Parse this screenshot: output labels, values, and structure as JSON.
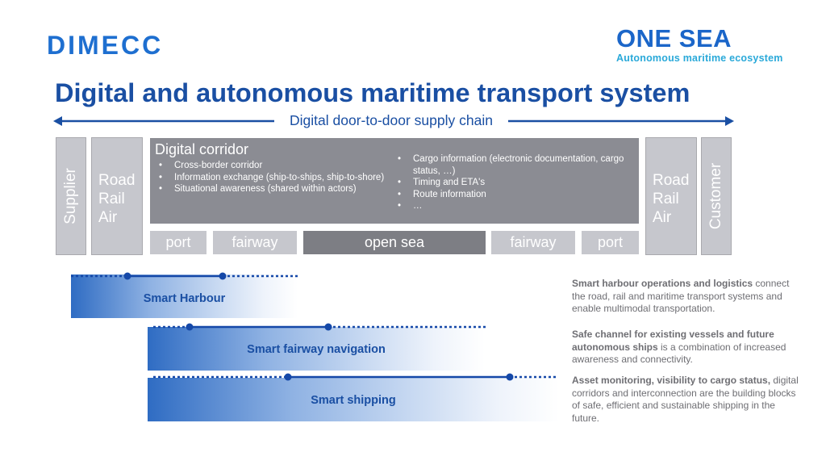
{
  "logos": {
    "dimecc": {
      "text": "DIMECC"
    },
    "onesea": {
      "word": "ONE SEA",
      "subtitle": "Autonomous maritime ecosystem"
    }
  },
  "title": "Digital and autonomous maritime transport system",
  "chain_label": "Digital door-to-door supply chain",
  "side": {
    "supplier": "Supplier",
    "customer": "Customer",
    "left_modes": [
      "Road",
      "Rail",
      "Air"
    ],
    "right_modes": [
      "Road",
      "Rail",
      "Air"
    ]
  },
  "corridor": {
    "title": "Digital corridor",
    "left_items": [
      "Cross-border corridor",
      "Information exchange (ship-to-ships, ship-to-shore)",
      "Situational awareness (shared within actors)"
    ],
    "right_items": [
      "Cargo information (electronic documentation, cargo status, …)",
      "Timing and ETA's",
      "Route information",
      "…"
    ]
  },
  "segments": [
    "port",
    "fairway",
    "open sea",
    "fairway",
    "port"
  ],
  "bars": {
    "harbour": "Smart Harbour",
    "fairway": "Smart fairway navigation",
    "shipping": "Smart shipping"
  },
  "descriptions": {
    "harbour": {
      "bold": "Smart harbour operations and logistics",
      "text": " connect the road, rail and maritime transport systems and enable multimodal transportation."
    },
    "fairway": {
      "bold": "Safe channel for existing vessels and future autonomous ships",
      "text": " is a combination of increased awareness and connectivity."
    },
    "shipping": {
      "bold": "Asset monitoring, visibility to cargo status,",
      "text": " digital corridors and interconnection are the building blocks of safe, efficient and sustainable shipping in the future."
    }
  },
  "colors": {
    "title_blue": "#1a4fa3",
    "box_gray": "#c6c7cd",
    "corridor_gray": "#8b8c93",
    "open_sea_gray": "#7d7e84",
    "line_blue": "#1548a8"
  }
}
